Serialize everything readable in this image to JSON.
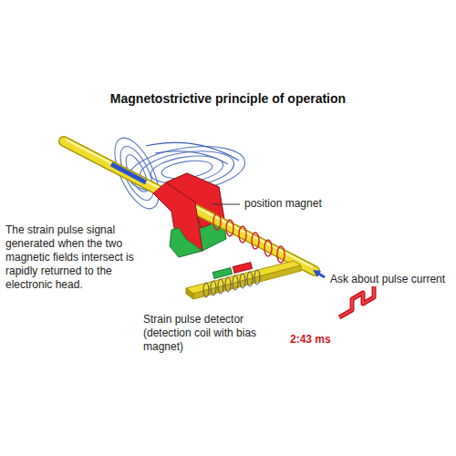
{
  "diagram": {
    "title": "Magnetostrictive principle of operation",
    "labels": [
      "position magnet",
      "The strain pulse signal generated when the two magnetic fields intersect is rapidly returned to the electronic head.",
      "Ask about pulse current",
      "Strain pulse detector (detection coil with bias magnet)",
      "2:43 ms"
    ]
  }
}
